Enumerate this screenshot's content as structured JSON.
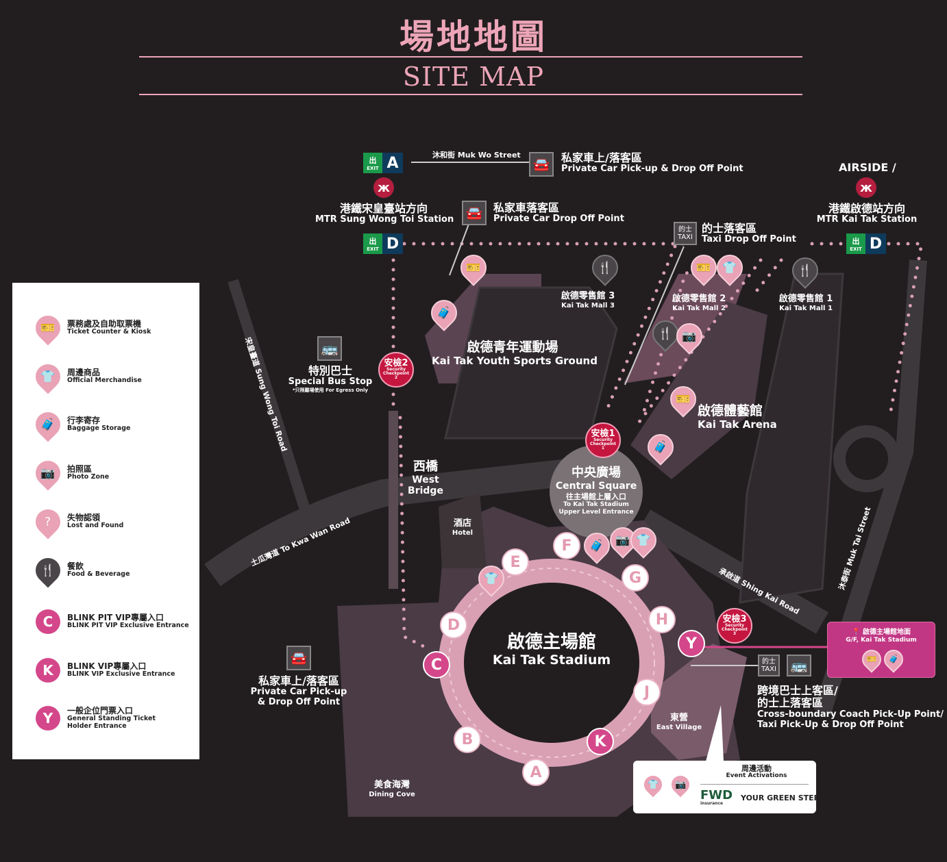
{
  "header": {
    "title_zh": "場地地圖",
    "title_en": "SITE MAP"
  },
  "legend": [
    {
      "icon": "ticket-icon",
      "zh": "票務處及自助取票機",
      "en": "Ticket Counter & Kiosk"
    },
    {
      "icon": "tshirt-icon",
      "zh": "周邊商品",
      "en": "Official Merchandise"
    },
    {
      "icon": "luggage-icon",
      "zh": "行李寄存",
      "en": "Baggage Storage"
    },
    {
      "icon": "camera-icon",
      "zh": "拍照區",
      "en": "Photo Zone"
    },
    {
      "icon": "lost-found-icon",
      "zh": "失物認領",
      "en": "Lost and Found"
    },
    {
      "icon": "fork-knife-icon",
      "zh": "餐飲",
      "en": "Food & Beverage"
    },
    {
      "letter": "C",
      "zh": "BLINK PIT VIP專屬入口",
      "en": "BLINK PIT VIP Exclusive Entrance"
    },
    {
      "letter": "K",
      "zh": "BLINK VIP專屬入口",
      "en": "BLINK VIP Exclusive Entrance"
    },
    {
      "letter": "Y",
      "zh": "一般企位門票入口",
      "en": "General Standing Ticket Holder Entrance"
    }
  ],
  "exits": {
    "a": "A",
    "d": "D",
    "exit_zh": "出",
    "exit_en": "EXIT"
  },
  "labels": {
    "muk_wo": "沐和街 Muk Wo Street",
    "pc_pickup_top": {
      "zh": "私家車上/落客區",
      "en": "Private Car  Pick-up & Drop Off Point"
    },
    "airside": "AIRSIDE /",
    "mtr_swt": {
      "zh": "港鐵宋皇臺站方向",
      "en": "MTR Sung Wong Toi Station"
    },
    "pc_drop": {
      "zh": "私家車落客區",
      "en": "Private Car Drop Off Point"
    },
    "mtr_kt": {
      "zh": "港鐵啟德站方向",
      "en": "MTR Kai Tak Station"
    },
    "taxi_drop": {
      "zh": "的士落客區",
      "en": "Taxi Drop Off Point"
    },
    "taxi_zh": "的士",
    "taxi_en": "TAXI",
    "mall3": {
      "zh": "啟德零售館 3",
      "en": "Kai Tak Mall 3"
    },
    "mall2": {
      "zh": "啟德零售館 2",
      "en": "Kai Tak Mall 2"
    },
    "mall1": {
      "zh": "啟德零售館 1",
      "en": "Kai Tak Mall 1"
    },
    "youth": {
      "zh": "啟德青年運動場",
      "en": "Kai Tak Youth Sports Ground"
    },
    "bus": {
      "zh": "特別巴士",
      "en": "Special Bus Stop",
      "note": "*只限離場使用 For Egress Only"
    },
    "arena": {
      "zh": "啟德體藝館",
      "en": "Kai Tak Arena"
    },
    "sec1": {
      "zh": "安檢1",
      "en": "Security Checkpoint",
      "n": "1"
    },
    "sec2": {
      "zh": "安檢2",
      "en": "Security Checkpoint",
      "n": "2"
    },
    "sec3": {
      "zh": "安檢3",
      "en": "Security Checkpoint",
      "n": "3"
    },
    "swt_road": "宋皇臺道 Sung Wong Toi Road",
    "west_bridge": {
      "zh": "西橋",
      "en1": "West",
      "en2": "Bridge"
    },
    "central": {
      "zh": "中央廣場",
      "en": "Central Square",
      "to_zh": "往主場館上層入口",
      "to_en1": "To Kai Tak Stadium",
      "to_en2": "Upper Level Entrance"
    },
    "hotel": {
      "zh": "酒店",
      "en": "Hotel"
    },
    "tkw_road": "土瓜灣道 To Kwa Wan Road",
    "muk_tai": "沐泰街 Muk Tai Street",
    "shing_kai": "承啟道 Shing Kai Road",
    "stadium": {
      "zh": "啟德主場館",
      "en": "Kai Tak Stadium"
    },
    "gf": {
      "zh": "啟德主場館地面",
      "en": "G/F, Kai Tak Stadium"
    },
    "pc_pickup_bottom": {
      "zh": "私家車上/落客區",
      "en1": "Private Car  Pick-up",
      "en2": "& Drop Off Point"
    },
    "coach": {
      "zh1": "跨境巴士上客區/",
      "zh2": "的士上落客區",
      "en1": "Cross-boundary Coach Pick-Up Point/",
      "en2": "Taxi Pick-Up & Drop Off Point"
    },
    "east_village": {
      "zh": "東營",
      "en": "East Village"
    },
    "dining": {
      "zh": "美食海灣",
      "en": "Dining Cove"
    },
    "activations": {
      "zh": "周邊活動",
      "en": "Event Activations",
      "brand": "FWD",
      "brand_sub": "insurance",
      "slogan": "YOUR GREEN STEP"
    }
  },
  "gates": [
    "A",
    "B",
    "C",
    "D",
    "E",
    "F",
    "G",
    "H",
    "J",
    "K",
    "Y"
  ],
  "colors": {
    "background": "#221e20",
    "accent_pink": "#eda5b8",
    "vip_magenta": "#d4478a",
    "security_red": "#c4163f",
    "exit_green": "#1a9a4a"
  }
}
